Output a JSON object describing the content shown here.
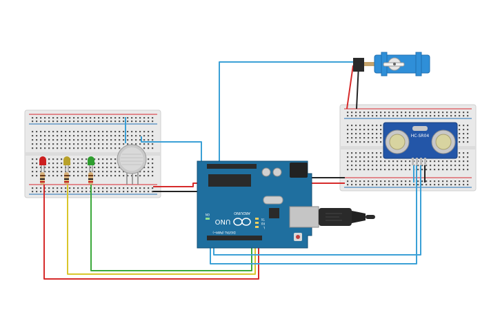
{
  "arduino": {
    "brand": "ARDUINO",
    "model": "UNO",
    "on_label": "ON",
    "digital_label": "DIGITAL (PWM~)",
    "tx_label": "TX",
    "rx_label": "RX",
    "l_label": "L"
  },
  "ultrasonic": {
    "label": "HC-SR04"
  },
  "colors": {
    "breadboard": "#e9e9e9",
    "rail_red": "#d9272e",
    "rail_blue": "#1f6fb5",
    "arduino_blue": "#1f6f9f",
    "wire_blue": "#3aa0d6",
    "wire_red": "#d62a2a",
    "wire_yellow": "#d9c62a",
    "wire_green": "#3aa83a",
    "wire_black": "#222222",
    "led_red": "#cc1f1f",
    "led_yellow": "#b8a12a",
    "led_green": "#2e9e2e",
    "servo_blue": "#2f8fd8",
    "sensor_blue": "#2356a8"
  },
  "icons": [
    "servo-motor-icon",
    "gas-sensor-icon",
    "usb-cable-icon",
    "ultrasonic-sensor-icon"
  ]
}
